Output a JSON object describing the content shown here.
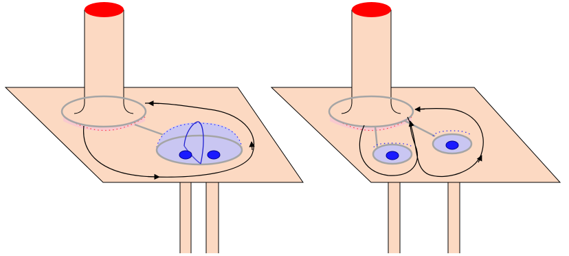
{
  "figure": {
    "panels": [
      {
        "id": "left",
        "holes": 2,
        "merged_disk": true,
        "legs": 2
      },
      {
        "id": "right",
        "holes": 2,
        "merged_disk": false,
        "legs": 2
      }
    ]
  },
  "colors": {
    "sheet_fill": "#fcd9c2",
    "sheet_stroke": "#000000",
    "tube_cap": "#ff0000",
    "collar_stroke": "#a5a5a5",
    "shadow_pink": "#f9c9cf",
    "disk_fill": "#c9c6f2",
    "disk_stroke": "#a5a5a5",
    "hole_fill": "#1a1aff",
    "hole_stroke": "#00008b",
    "arc_blue": "#1f1fcf",
    "dotted_red": "#ff3b3b",
    "dotted_blue": "#2222ff",
    "path_stroke": "#000000"
  }
}
